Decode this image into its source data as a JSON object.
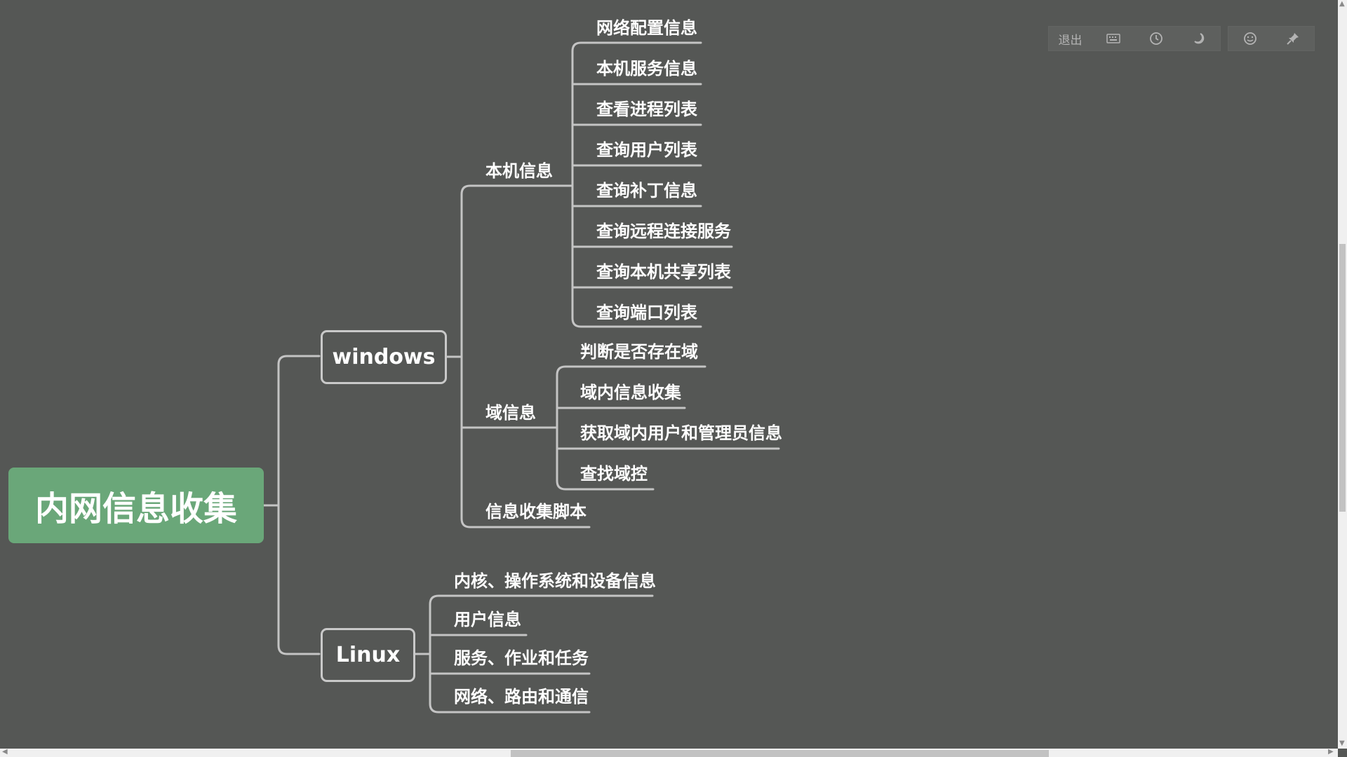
{
  "root": "内网信息收集",
  "windows": {
    "label": "windows",
    "local": {
      "label": "本机信息",
      "items": [
        "网络配置信息",
        "本机服务信息",
        "查看进程列表",
        "查询用户列表",
        "查询补丁信息",
        "查询远程连接服务",
        "查询本机共享列表",
        "查询端口列表"
      ]
    },
    "domain": {
      "label": "域信息",
      "items": [
        "判断是否存在域",
        "域内信息收集",
        "获取域内用户和管理员信息",
        "查找域控"
      ]
    },
    "script": "信息收集脚本"
  },
  "linux": {
    "label": "Linux",
    "items": [
      "内核、操作系统和设备信息",
      "用户信息",
      "服务、作业和任务",
      "网络、路由和通信"
    ]
  },
  "toolbar": {
    "exit_label": "退出"
  }
}
